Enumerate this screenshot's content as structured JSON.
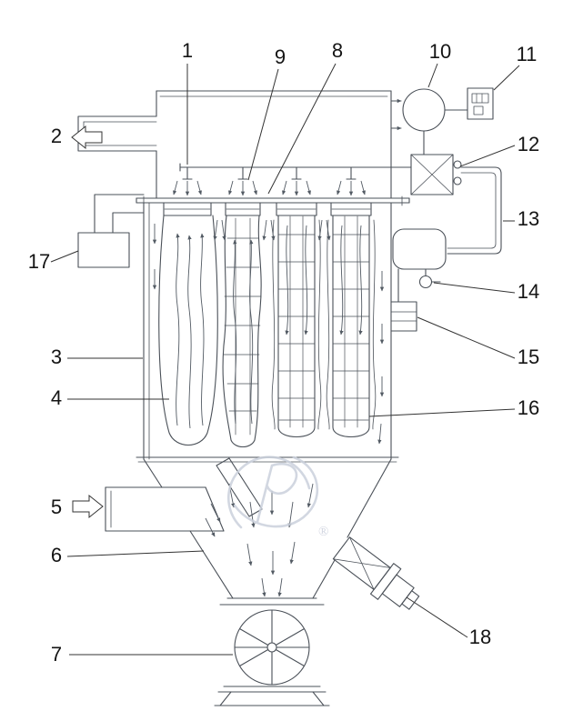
{
  "labels": [
    {
      "id": "1",
      "text": "1"
    },
    {
      "id": "2",
      "text": "2"
    },
    {
      "id": "3",
      "text": "3"
    },
    {
      "id": "4",
      "text": "4"
    },
    {
      "id": "5",
      "text": "5"
    },
    {
      "id": "6",
      "text": "6"
    },
    {
      "id": "7",
      "text": "7"
    },
    {
      "id": "8",
      "text": "8"
    },
    {
      "id": "9",
      "text": "9"
    },
    {
      "id": "10",
      "text": "10"
    },
    {
      "id": "11",
      "text": "11"
    },
    {
      "id": "12",
      "text": "12"
    },
    {
      "id": "13",
      "text": "13"
    },
    {
      "id": "14",
      "text": "14"
    },
    {
      "id": "15",
      "text": "15"
    },
    {
      "id": "16",
      "text": "16"
    },
    {
      "id": "17",
      "text": "17"
    },
    {
      "id": "18",
      "text": "18"
    }
  ],
  "watermark": {
    "registered_symbol": "®"
  },
  "colors": {
    "line": "#4a5058",
    "label": "#141414",
    "watermark": "#c9cedb",
    "leader": "#333333"
  }
}
